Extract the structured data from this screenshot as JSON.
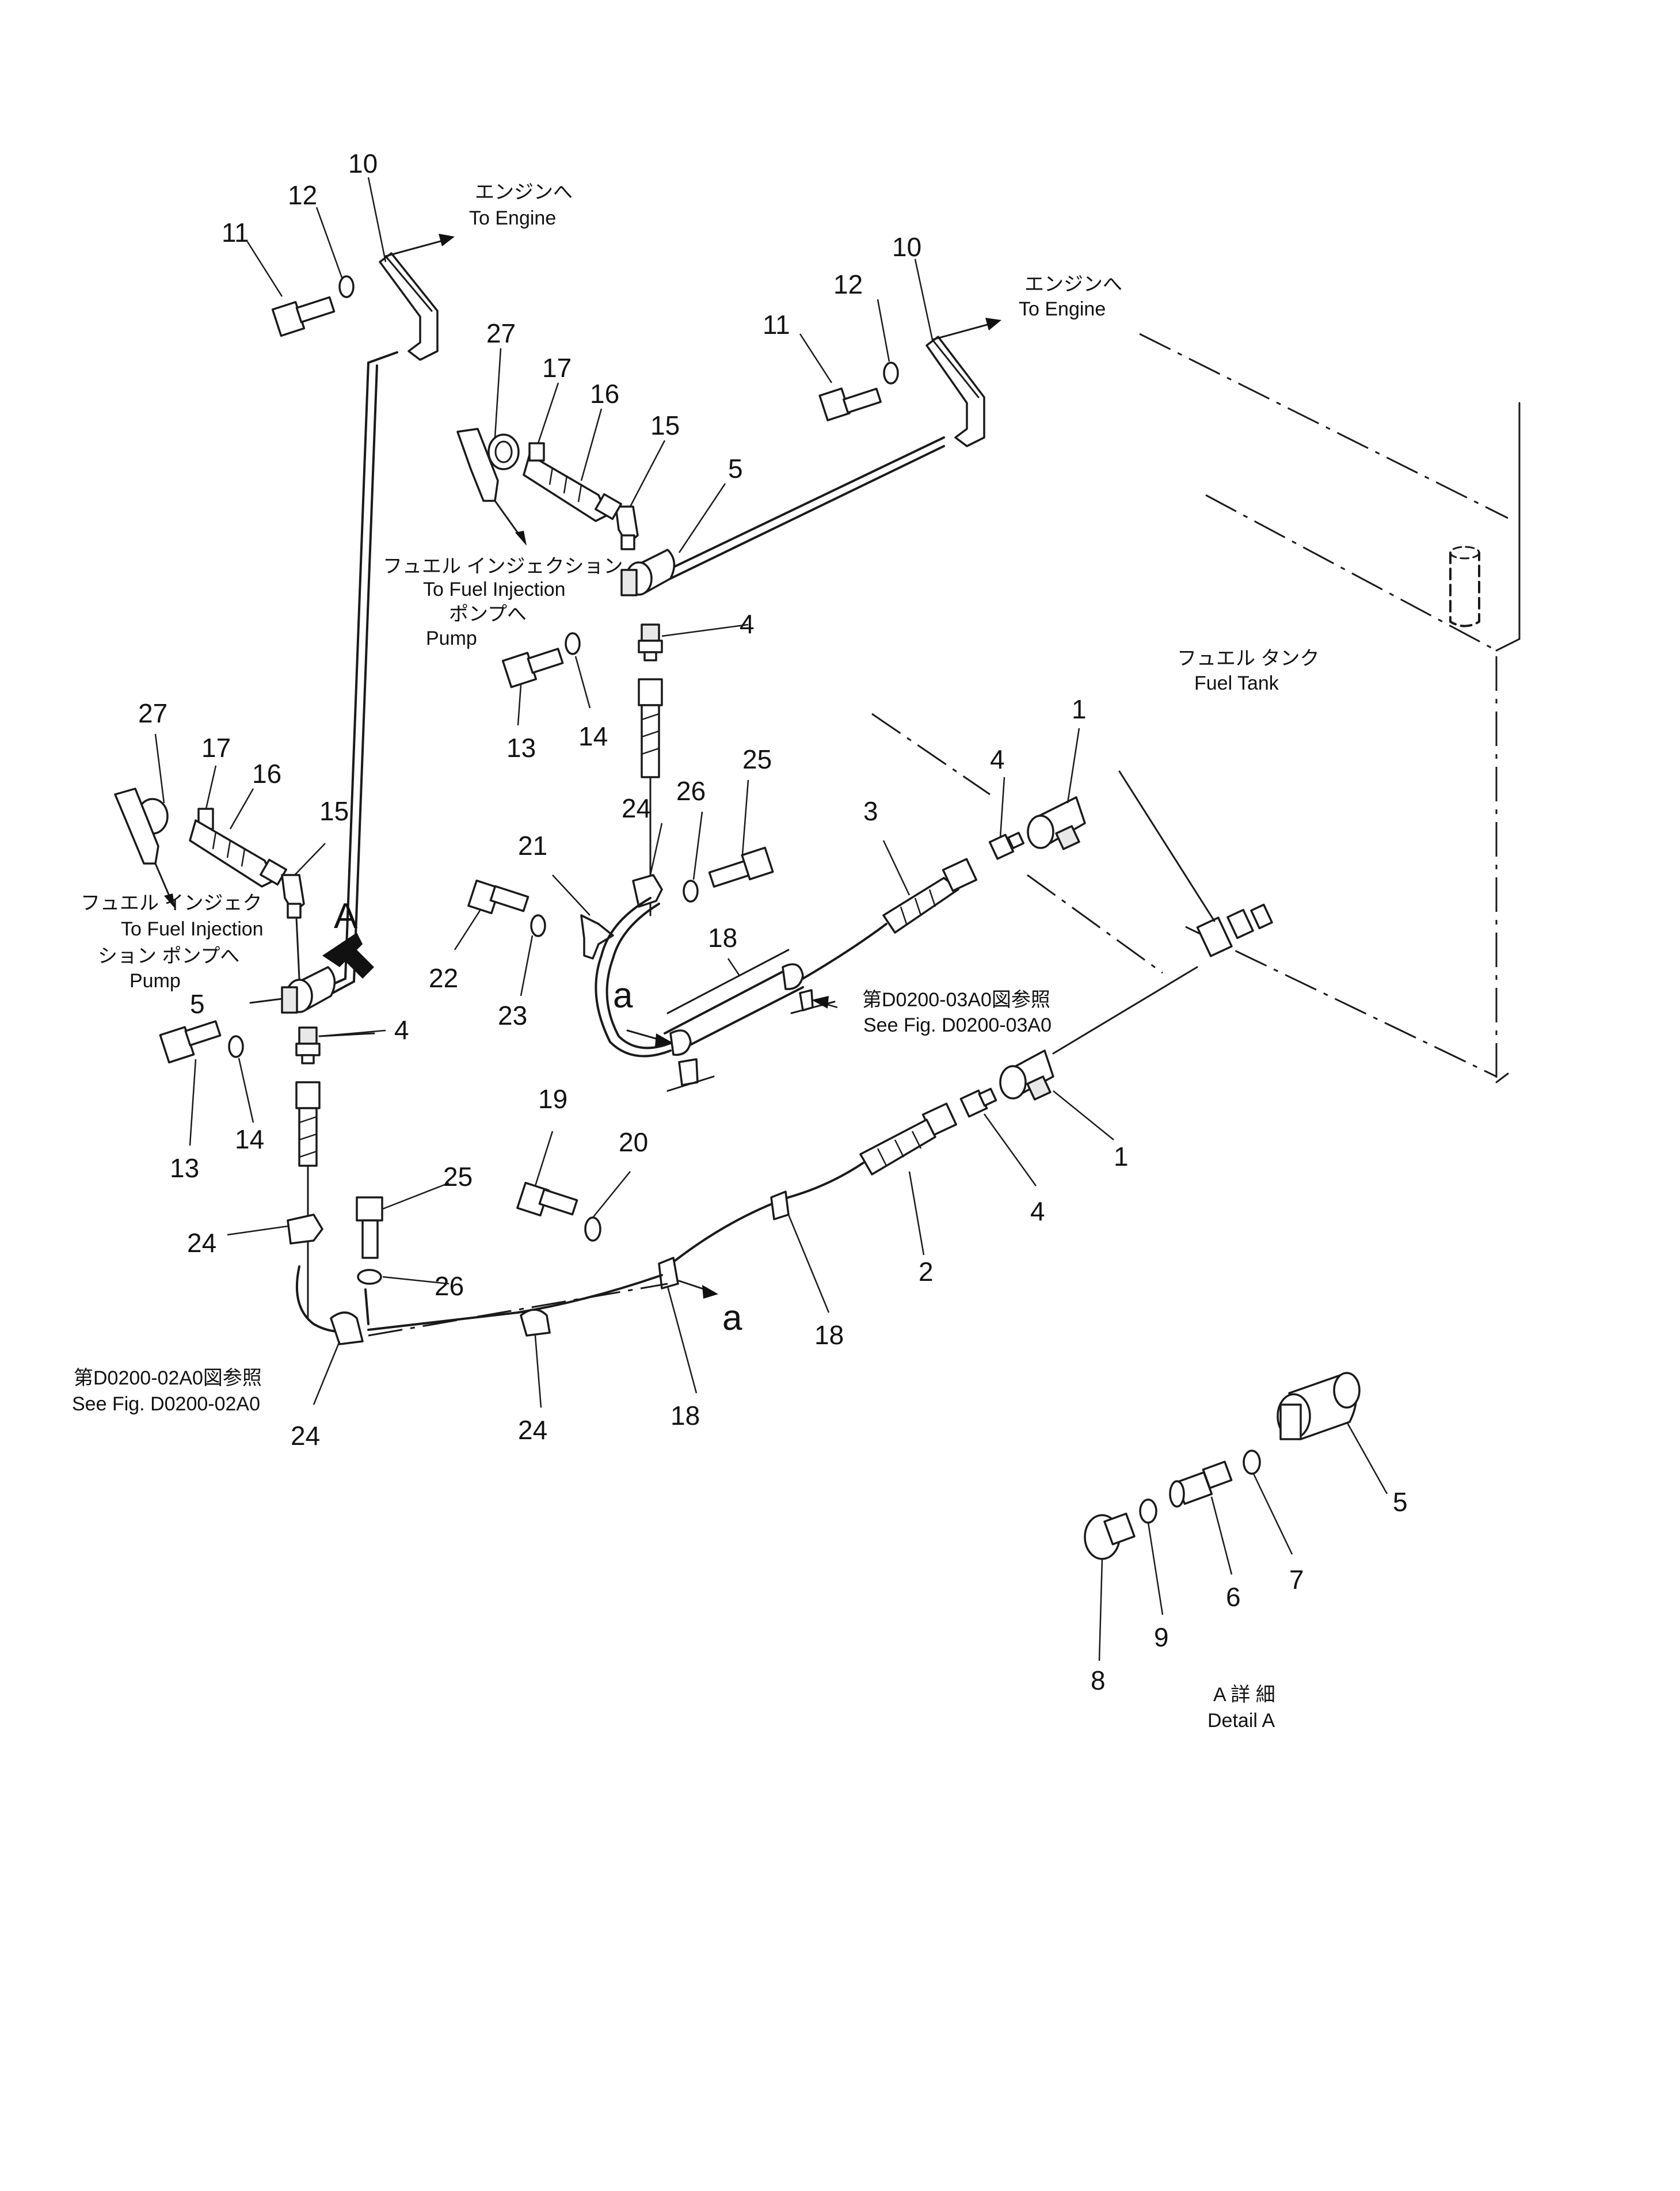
{
  "labels": {
    "to_engine_jp": "エンジンへ",
    "to_engine_en": "To Engine",
    "fuel_injection_jp": "フュエル インジェクション",
    "fuel_injection_en": "To Fuel Injection",
    "pump_jp": "ポンプへ",
    "pump_en": "Pump",
    "fuel_injection_left_jp1": "フュエル インジェク",
    "fuel_injection_left_jp2": "ション ポンプへ",
    "fuel_tank_jp": "フュエル タンク",
    "fuel_tank_en": "Fuel Tank",
    "see_fig_03_jp": "第D0200-03A0図参照",
    "see_fig_03_en": "See Fig. D0200-03A0",
    "see_fig_02_jp": "第D0200-02A0図参照",
    "see_fig_02_en": "See Fig. D0200-02A0",
    "detail_jp": "A 詳 細",
    "detail_en": "Detail A",
    "view_a": "A",
    "ref_a": "a"
  },
  "callouts": {
    "n1": "1",
    "n2": "2",
    "n3": "3",
    "n4": "4",
    "n5": "5",
    "n6": "6",
    "n7": "7",
    "n8": "8",
    "n9": "9",
    "n10": "10",
    "n11": "11",
    "n12": "12",
    "n13": "13",
    "n14": "14",
    "n15": "15",
    "n16": "16",
    "n17": "17",
    "n18": "18",
    "n19": "19",
    "n20": "20",
    "n21": "21",
    "n22": "22",
    "n23": "23",
    "n24": "24",
    "n25": "25",
    "n26": "26",
    "n27": "27"
  }
}
